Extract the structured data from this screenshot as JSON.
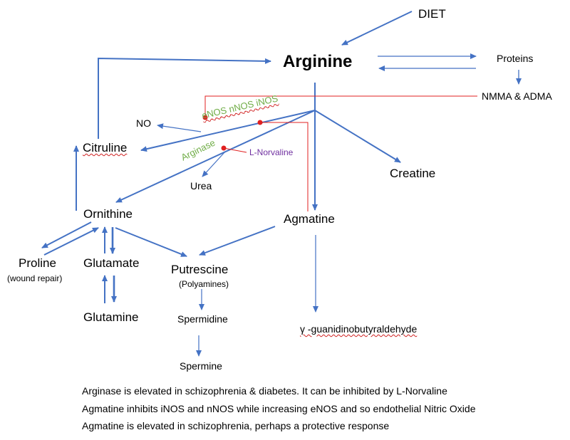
{
  "nodes": {
    "diet": "DIET",
    "arginine": "Arginine",
    "proteins": "Proteins",
    "nmma_adma": "NMMA & ADMA",
    "no": "NO",
    "citruline": "Citruline",
    "urea": "Urea",
    "creatine": "Creatine",
    "ornithine": "Ornithine",
    "agmatine": "Agmatine",
    "proline": "Proline",
    "wound_repair": "(wound repair)",
    "glutamate": "Glutamate",
    "putrescine": "Putrescine",
    "polyamines": "(Polyamines)",
    "glutamine": "Glutamine",
    "spermidine": "Spermidine",
    "gamma": "γ -guanidinobutyraldehyde",
    "spermine": "Spermine"
  },
  "enzymes": {
    "nos": "eNOS nNOS iNOS",
    "arginase": "Arginase",
    "inhibitor": "L-Norvaline"
  },
  "notes": [
    "Arginase is elevated in schizophrenia & diabetes. It can be inhibited by L-Norvaline",
    "Agmatine inhibits iNOS and nNOS while increasing eNOS and so endothelial Nitric Oxide",
    "Agmatine is elevated in schizophrenia, perhaps a protective response"
  ],
  "colors": {
    "arrow": "#4472c4",
    "inhibition_line": "#e02020",
    "enzyme_label": "#70ad47",
    "inhibitor_label": "#7030a0",
    "spellcheck_underline": "#d02020"
  }
}
